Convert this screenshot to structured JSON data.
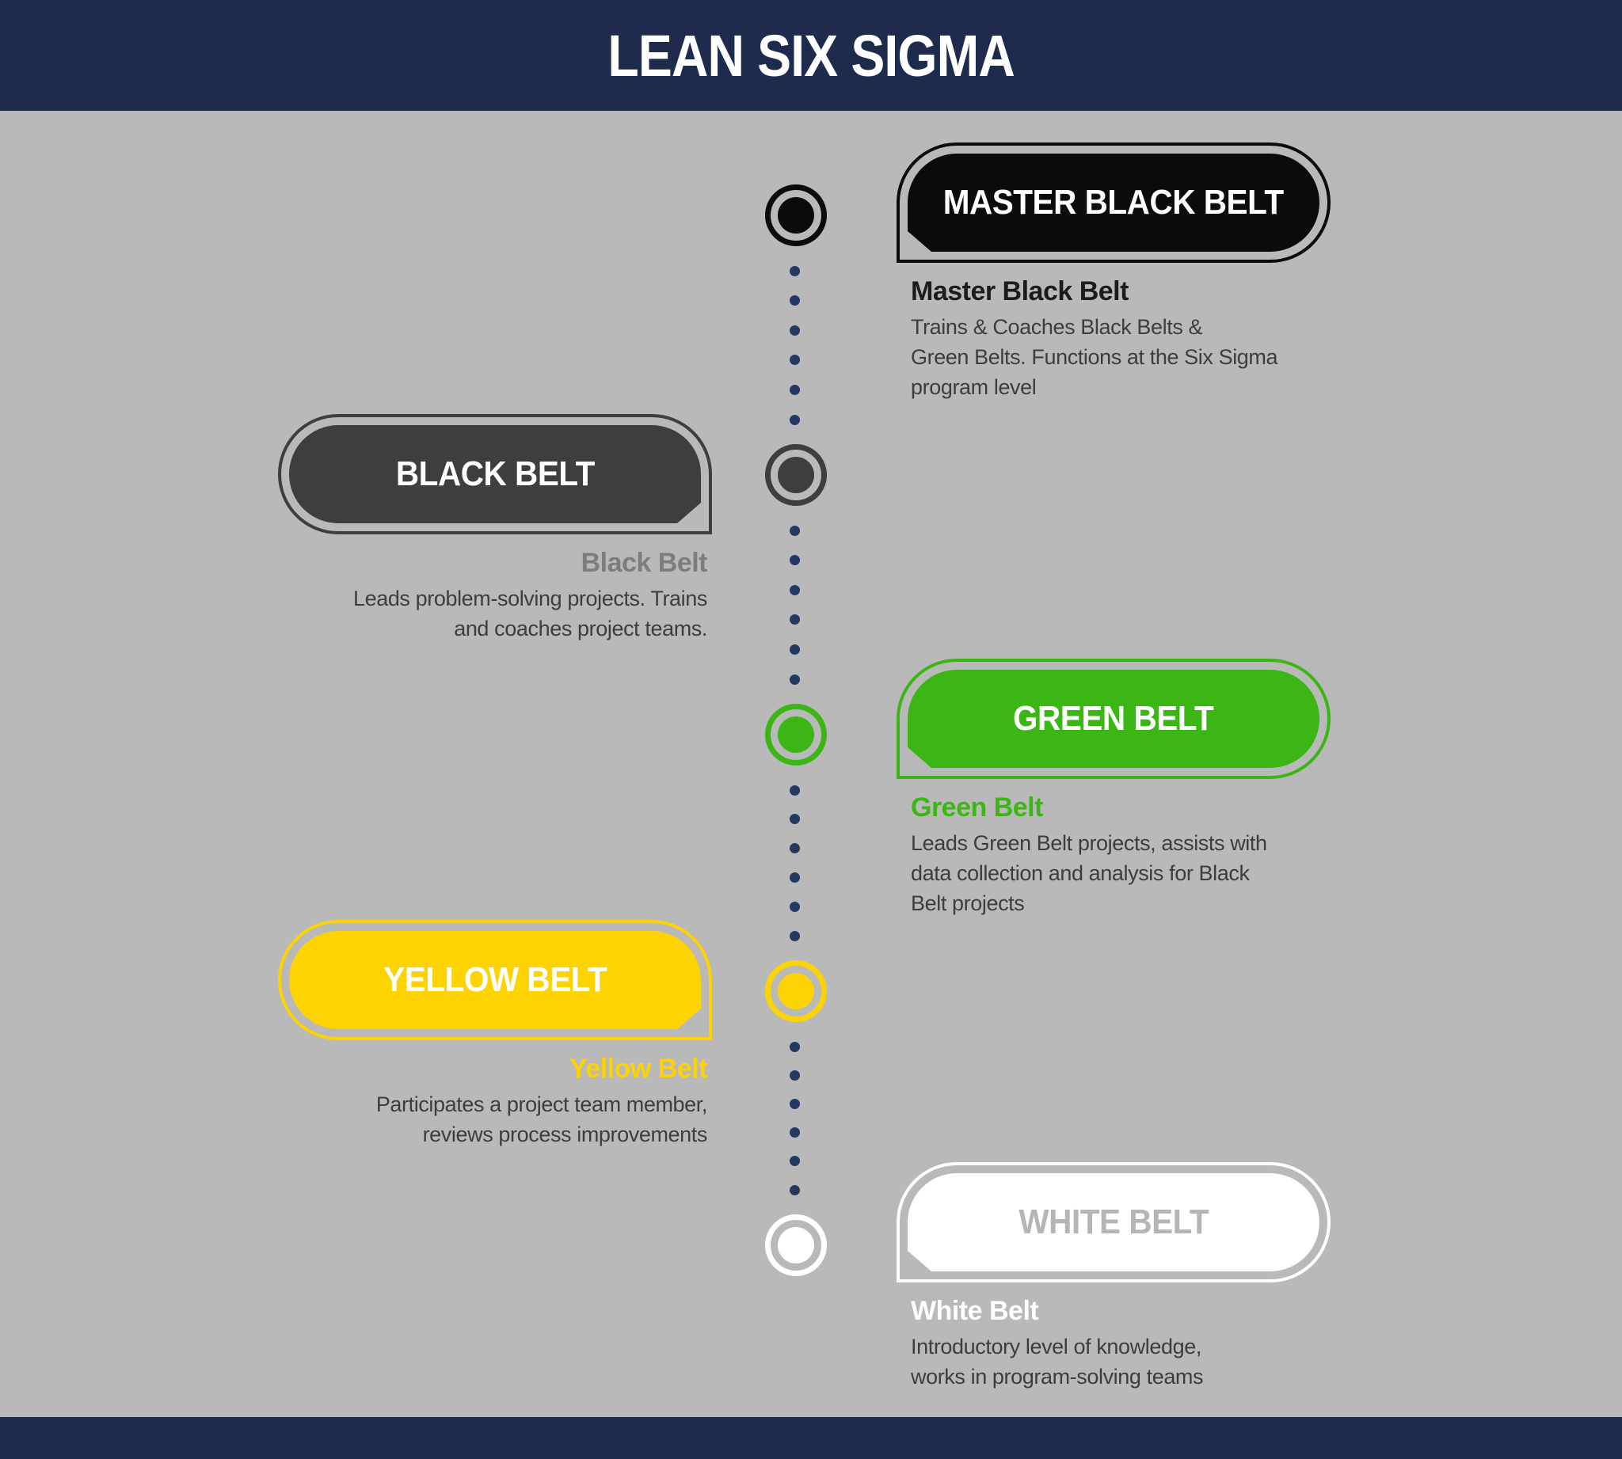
{
  "header": {
    "title": "LEAN SIX SIGMA"
  },
  "colors": {
    "header_bar": "#1f2b4d",
    "footer_bar": "#1f2b4d",
    "background": "#b9b9b9",
    "timeline_dot": "#223a63",
    "body_text": "#3d3d3d"
  },
  "belts": [
    {
      "name": "master-black-belt",
      "label": "MASTER BLACK BELT",
      "heading": "Master Black Belt",
      "description": "Trains & Coaches Black Belts &\nGreen Belts. Functions at the Six Sigma\nprogram level",
      "color": "#0b0b0b",
      "label_color": "#ffffff",
      "heading_color": "#1c1c1c",
      "side": "right"
    },
    {
      "name": "black-belt",
      "label": "BLACK BELT",
      "heading": "Black Belt",
      "description": "Leads problem-solving projects. Trains\nand coaches project teams.",
      "color": "#3e3e3e",
      "label_color": "#ffffff",
      "heading_color": "#7d7d7d",
      "side": "left"
    },
    {
      "name": "green-belt",
      "label": "GREEN BELT",
      "heading": "Green Belt",
      "description": "Leads Green Belt projects, assists with\ndata collection and analysis for Black\nBelt projects",
      "color": "#3cb614",
      "label_color": "#ffffff",
      "heading_color": "#3cb614",
      "side": "right"
    },
    {
      "name": "yellow-belt",
      "label": "YELLOW BELT",
      "heading": "Yellow Belt",
      "description": "Participates a project team member,\nreviews process improvements",
      "color": "#fdd304",
      "label_color": "#ffffff",
      "heading_color": "#fdd304",
      "side": "left"
    },
    {
      "name": "white-belt",
      "label": "WHITE BELT",
      "heading": "White Belt",
      "description": "Introductory level of knowledge,\nworks in program-solving teams",
      "color": "#ffffff",
      "label_color": "#b5b5b5",
      "heading_color": "#ffffff",
      "side": "right"
    }
  ]
}
